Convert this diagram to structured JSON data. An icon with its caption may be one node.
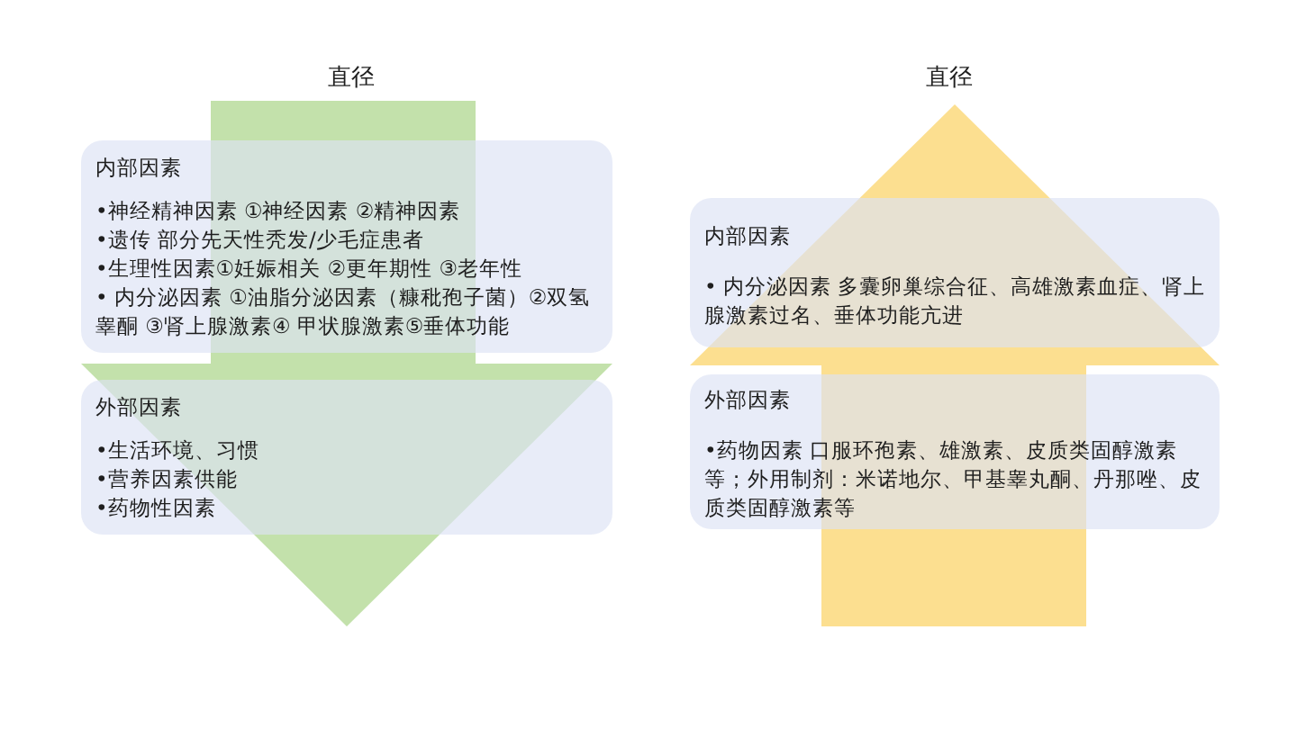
{
  "diagram": {
    "nodes": [
      {
        "text": [
          "内部因素",
          "•神经精神因素 ①神经因素 ②精神因素",
          "•遗传 部分先天性秃发/少毛症患者",
          "•生理性因素①妊娠相关 ②更年期性 ③老年性",
          "• 内分泌因素 ①油脂分泌因素（糠秕孢子菌）②双氢睾酮 ③肾上腺激素④ 甲状腺激素⑤垂体功能"
        ]
      },
      {
        "text": [
          "外部因素",
          "•生活环境、习惯",
          "•营养因素供能",
          "•药物性因素"
        ]
      },
      {
        "text": [
          "内部因素",
          "• 内分泌因素 多囊卵巢综合征、高雄激素血症、肾上腺激素过名、垂体功能亢进"
        ]
      },
      {
        "text": [
          "外部因素",
          "•药物因素 口服环孢素、雄激素、皮质类固醇激素等；外用制剂：米诺地尔、甲基睾丸酮、丹那唑、皮质类固醇激素等"
        ]
      }
    ],
    "labels": [
      "直径",
      "直径"
    ]
  }
}
